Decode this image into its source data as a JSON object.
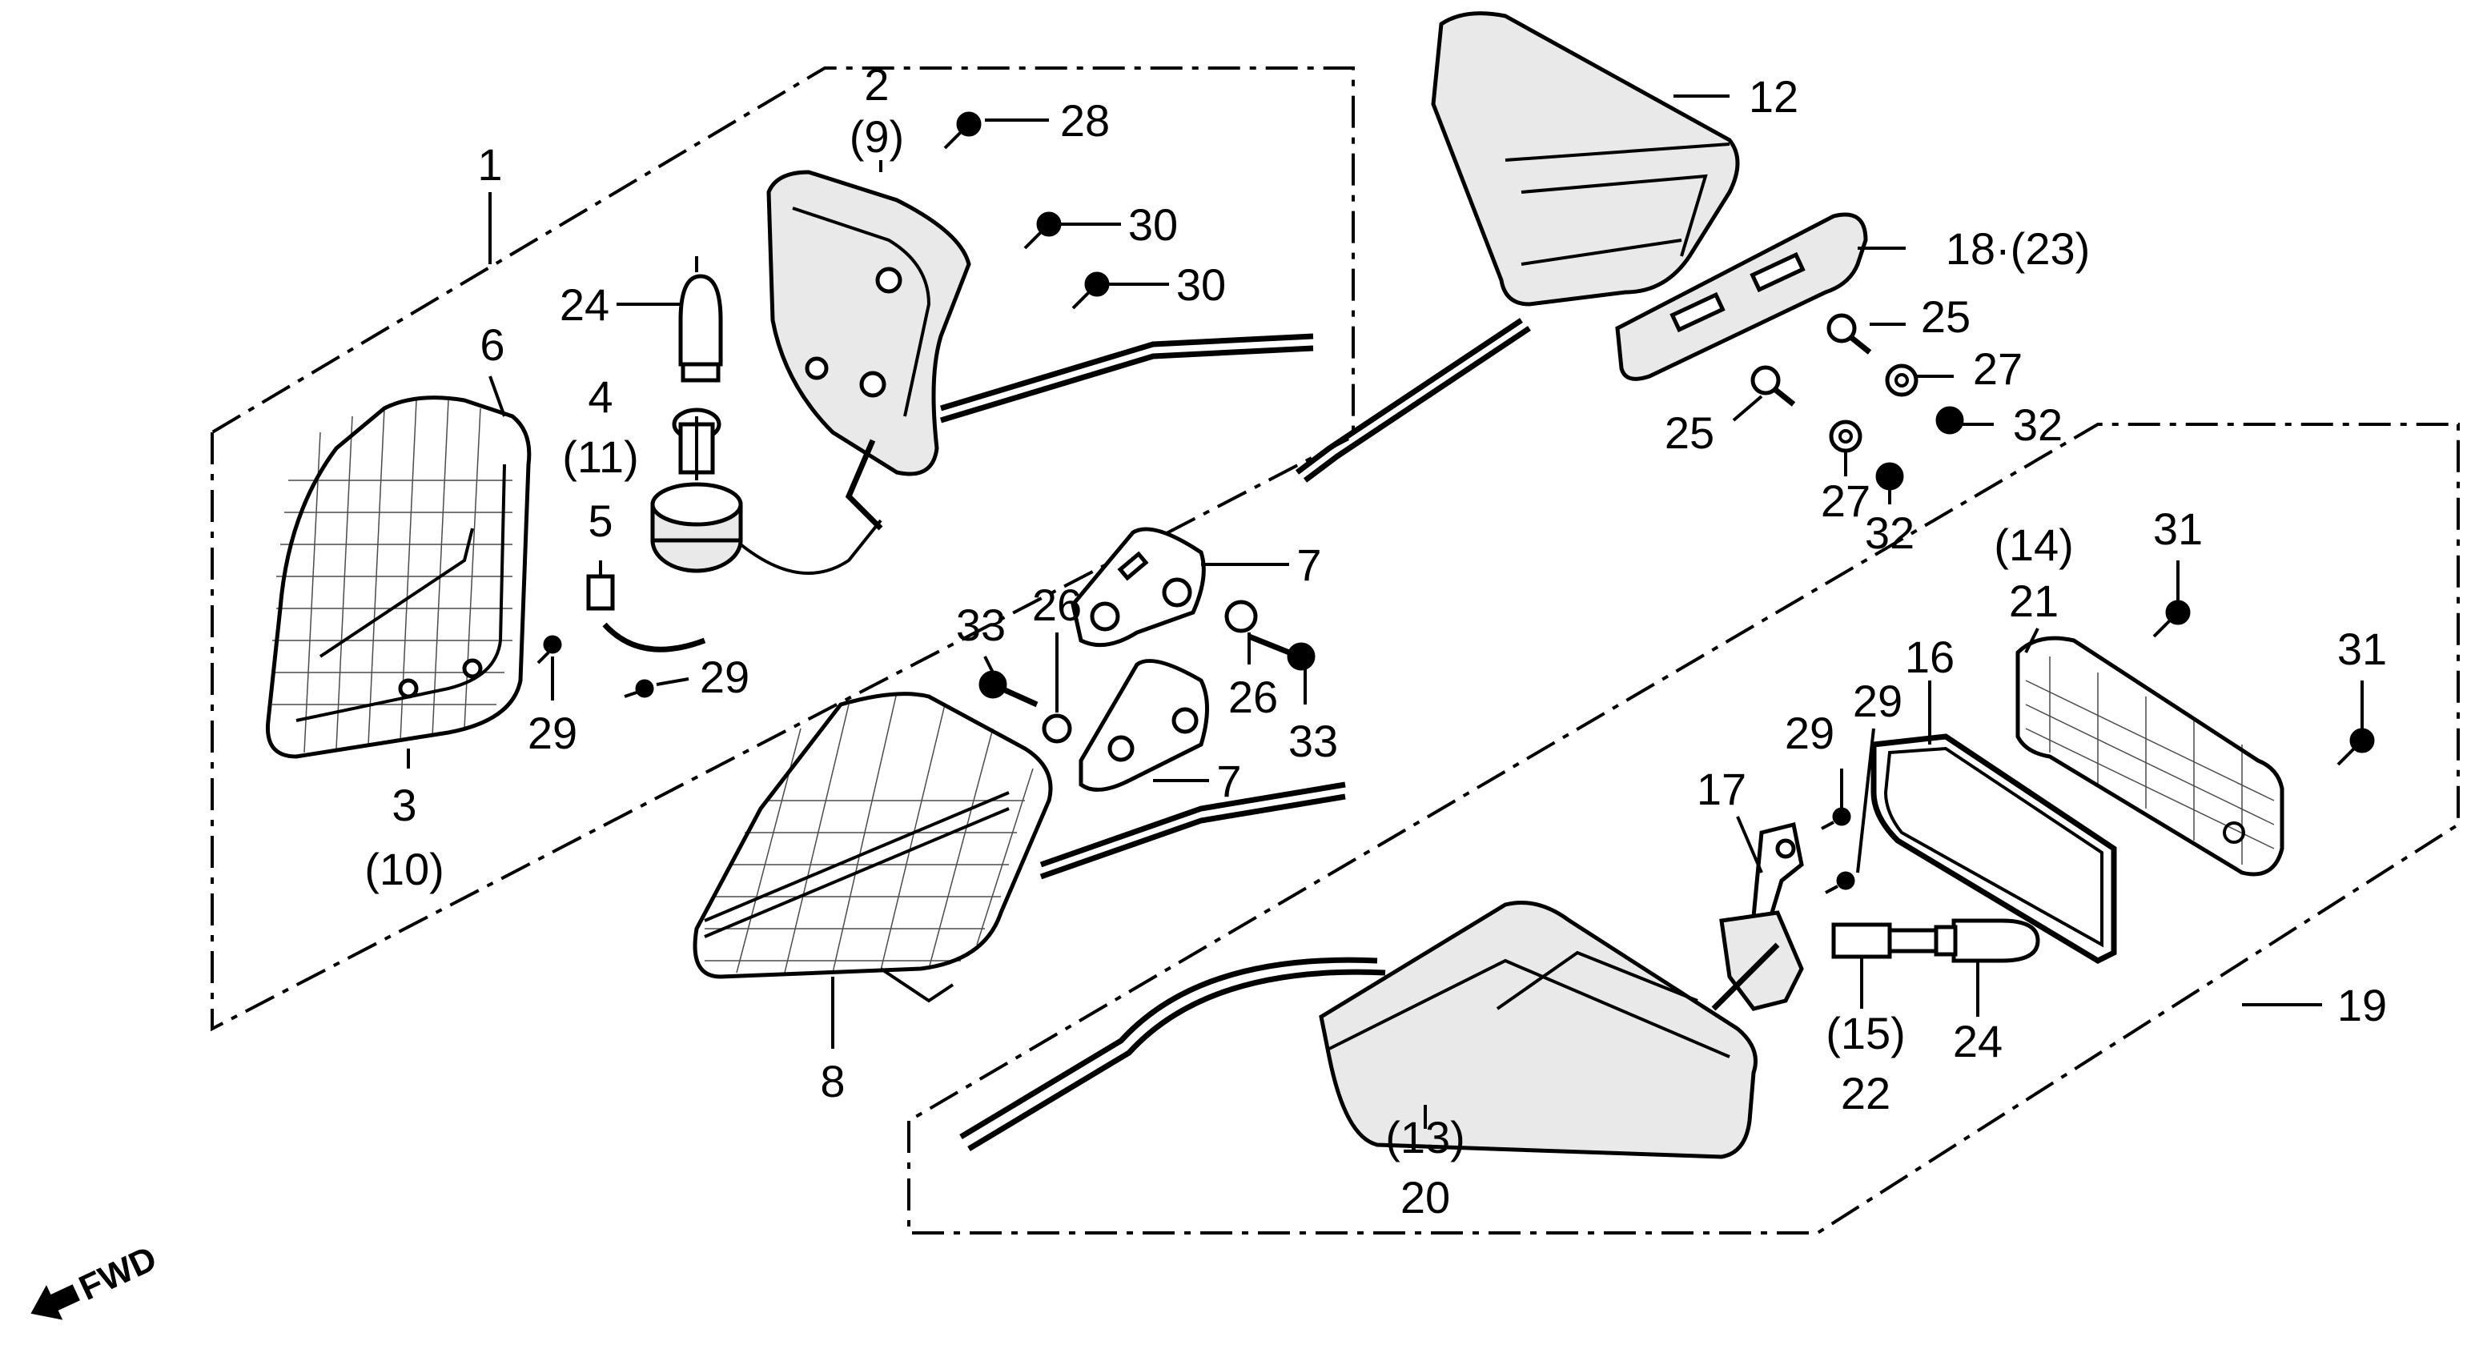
{
  "callouts": {
    "c1": "1",
    "c2": "2",
    "c2b": "(9)",
    "c3": "3",
    "c3b": "(10)",
    "c4": "4",
    "c4b": "(11)",
    "c5": "5",
    "c6": "6",
    "c7a": "7",
    "c7b": "7",
    "c8": "8",
    "c12": "12",
    "c16": "16",
    "c17": "17",
    "c18": "18·(23)",
    "c19": "19",
    "c20": "20",
    "c20b": "(13)",
    "c21": "21",
    "c21b": "(14)",
    "c22": "22",
    "c22b": "(15)",
    "c24a": "24",
    "c24b": "24",
    "c25a": "25",
    "c25b": "25",
    "c26a": "26",
    "c26b": "26",
    "c27a": "27",
    "c27b": "27",
    "c28": "28",
    "c29a": "29",
    "c29b": "29",
    "c29c": "29",
    "c29d": "29",
    "c30a": "30",
    "c30b": "30",
    "c31a": "31",
    "c31b": "31",
    "c32a": "32",
    "c32b": "32",
    "c33a": "33",
    "c33b": "33"
  },
  "orientation": {
    "label": "FWD",
    "icon": "forward-arrow-icon"
  }
}
